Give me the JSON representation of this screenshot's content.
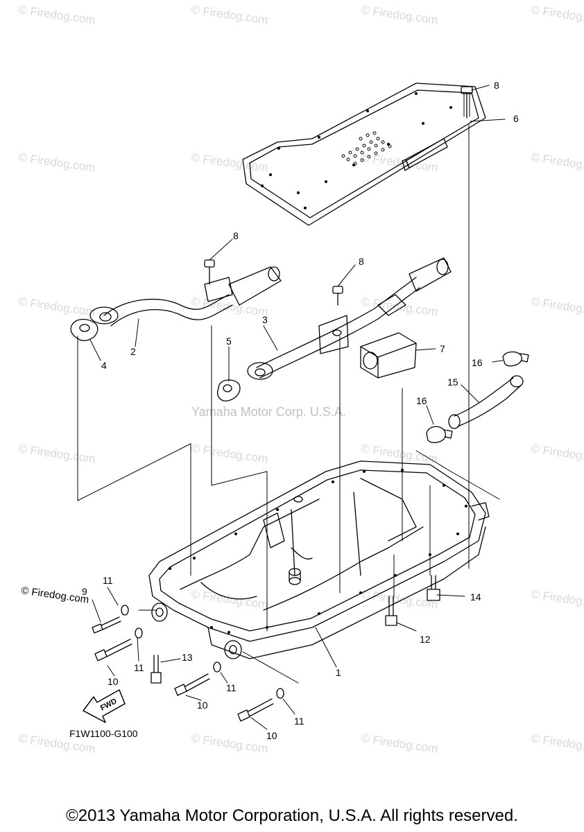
{
  "watermark_text": "© Firedog.com",
  "center_watermark": "Yamaha Motor Corp. U.S.A.",
  "brand_left": "© Firedog.com",
  "figure_code": "F1W1100-G100",
  "fwd_label": "FWD",
  "copyright": "©2013 Yamaha Motor Corporation, U.S.A. All rights reserved.",
  "callouts": {
    "c1": "1",
    "c2": "2",
    "c3": "3",
    "c4": "4",
    "c5": "5",
    "c6": "6",
    "c7": "7",
    "c8a": "8",
    "c8b": "8",
    "c8c": "8",
    "c9": "9",
    "c10a": "10",
    "c10b": "10",
    "c10c": "10",
    "c11a": "11",
    "c11b": "11",
    "c11c": "11",
    "c11d": "11",
    "c12": "12",
    "c13": "13",
    "c14": "14",
    "c15": "15",
    "c16a": "16",
    "c16b": "16"
  }
}
